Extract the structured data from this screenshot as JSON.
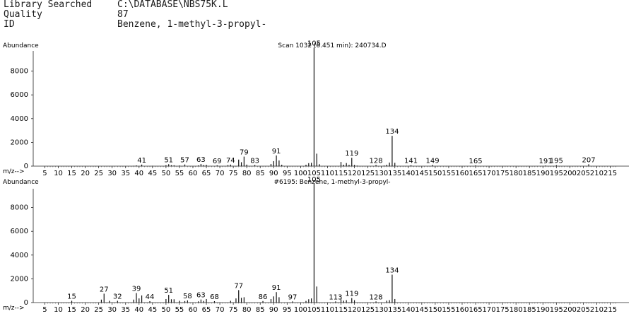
{
  "header": {
    "fields": [
      {
        "label": "Library Searched",
        "value": "C:\\DATABASE\\NBS75K.L"
      },
      {
        "label": "Quality",
        "value": "87"
      },
      {
        "label": "ID",
        "value": "Benzene, 1-methyl-3-propyl-"
      }
    ]
  },
  "chart_data": [
    {
      "type": "bar",
      "title": "Scan 1032 (6.451 min): 240734.D",
      "ylabel": "Abundance",
      "xlabel": "m/z-->",
      "xlim": [
        2,
        219
      ],
      "ylim": [
        0,
        10000
      ],
      "yticks": [
        0,
        2000,
        4000,
        6000,
        8000
      ],
      "xticks": [
        5,
        10,
        15,
        20,
        25,
        30,
        35,
        40,
        45,
        50,
        55,
        60,
        65,
        70,
        75,
        80,
        85,
        90,
        95,
        100,
        105,
        110,
        115,
        120,
        125,
        130,
        135,
        140,
        145,
        150,
        155,
        160,
        165,
        170,
        175,
        180,
        185,
        190,
        195,
        200,
        205,
        210,
        215
      ],
      "x": [
        38,
        39,
        41,
        45,
        50,
        51,
        52,
        53,
        55,
        57,
        62,
        63,
        64,
        65,
        69,
        73,
        74,
        77,
        78,
        79,
        80,
        83,
        89,
        90,
        91,
        92,
        93,
        102,
        103,
        104,
        105,
        106,
        107,
        115,
        116,
        117,
        118,
        119,
        120,
        121,
        128,
        131,
        132,
        133,
        134,
        135,
        141,
        149,
        165,
        191,
        195,
        207
      ],
      "values": [
        30,
        60,
        130,
        25,
        80,
        160,
        80,
        70,
        50,
        140,
        60,
        180,
        90,
        110,
        70,
        90,
        130,
        550,
        330,
        800,
        130,
        100,
        180,
        420,
        900,
        480,
        120,
        120,
        250,
        280,
        9980,
        1050,
        160,
        350,
        120,
        260,
        110,
        700,
        100,
        40,
        100,
        50,
        120,
        300,
        2550,
        280,
        80,
        100,
        60,
        50,
        80,
        160
      ],
      "peak_labels": [
        {
          "x": 41,
          "label": "41"
        },
        {
          "x": 51,
          "label": "51"
        },
        {
          "x": 57,
          "label": "57"
        },
        {
          "x": 63,
          "label": "63"
        },
        {
          "x": 69,
          "label": "69"
        },
        {
          "x": 74,
          "label": "74"
        },
        {
          "x": 79,
          "label": "79"
        },
        {
          "x": 83,
          "label": "83"
        },
        {
          "x": 91,
          "label": "91"
        },
        {
          "x": 105,
          "label": "105"
        },
        {
          "x": 119,
          "label": "119"
        },
        {
          "x": 128,
          "label": "128"
        },
        {
          "x": 134,
          "label": "134"
        },
        {
          "x": 141,
          "label": "141"
        },
        {
          "x": 149,
          "label": "149"
        },
        {
          "x": 165,
          "label": "165"
        },
        {
          "x": 191,
          "label": "191"
        },
        {
          "x": 195,
          "label": "195"
        },
        {
          "x": 207,
          "label": "207"
        }
      ]
    },
    {
      "type": "bar",
      "title": "#6195: Benzene, 1-methyl-3-propyl-",
      "ylabel": "Abundance",
      "xlabel": "m/z-->",
      "xlim": [
        2,
        219
      ],
      "ylim": [
        0,
        10000
      ],
      "yticks": [
        0,
        2000,
        4000,
        6000,
        8000
      ],
      "xticks": [
        5,
        10,
        15,
        20,
        25,
        30,
        35,
        40,
        45,
        50,
        55,
        60,
        65,
        70,
        75,
        80,
        85,
        90,
        95,
        100,
        105,
        110,
        115,
        120,
        125,
        130,
        135,
        140,
        145,
        150,
        155,
        160,
        165,
        170,
        175,
        180,
        185,
        190,
        195,
        200,
        205,
        210,
        215
      ],
      "x": [
        15,
        26,
        27,
        29,
        32,
        38,
        39,
        40,
        41,
        44,
        50,
        51,
        52,
        53,
        55,
        57,
        58,
        62,
        63,
        64,
        65,
        68,
        74,
        76,
        77,
        78,
        79,
        86,
        89,
        90,
        91,
        92,
        97,
        102,
        103,
        104,
        105,
        106,
        113,
        115,
        116,
        117,
        119,
        120,
        128,
        132,
        133,
        134,
        135
      ],
      "values": [
        150,
        250,
        750,
        150,
        150,
        250,
        800,
        350,
        600,
        120,
        300,
        650,
        280,
        280,
        150,
        130,
        180,
        100,
        260,
        140,
        300,
        120,
        150,
        350,
        1050,
        400,
        450,
        130,
        300,
        520,
        880,
        450,
        100,
        140,
        280,
        350,
        10000,
        1350,
        100,
        280,
        160,
        200,
        380,
        200,
        100,
        160,
        200,
        2350,
        300
      ],
      "peak_labels": [
        {
          "x": 15,
          "label": "15"
        },
        {
          "x": 27,
          "label": "27"
        },
        {
          "x": 32,
          "label": "32"
        },
        {
          "x": 39,
          "label": "39"
        },
        {
          "x": 44,
          "label": "44"
        },
        {
          "x": 51,
          "label": "51"
        },
        {
          "x": 58,
          "label": "58"
        },
        {
          "x": 63,
          "label": "63"
        },
        {
          "x": 68,
          "label": "68"
        },
        {
          "x": 77,
          "label": "77"
        },
        {
          "x": 86,
          "label": "86"
        },
        {
          "x": 91,
          "label": "91"
        },
        {
          "x": 97,
          "label": "97"
        },
        {
          "x": 105,
          "label": "105"
        },
        {
          "x": 113,
          "label": "113"
        },
        {
          "x": 119,
          "label": "119"
        },
        {
          "x": 128,
          "label": "128"
        },
        {
          "x": 134,
          "label": "134"
        }
      ]
    }
  ]
}
